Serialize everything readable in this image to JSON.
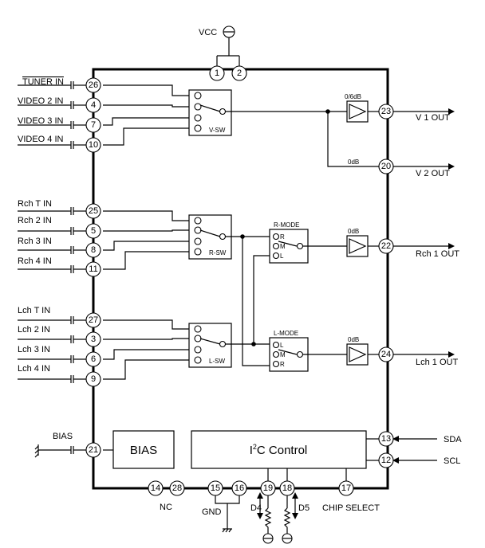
{
  "diagram": {
    "supply": "VCC",
    "inputs": {
      "tuner_in": "TUNER IN",
      "video2_in": "VIDEO 2 IN",
      "video3_in": "VIDEO 3 IN",
      "video4_in": "VIDEO 4 IN",
      "rch_t_in": "Rch T IN",
      "rch2_in": "Rch 2 IN",
      "rch3_in": "Rch 3 IN",
      "rch4_in": "Rch 4 IN",
      "lch_t_in": "Lch T IN",
      "lch2_in": "Lch 2 IN",
      "lch3_in": "Lch 3 IN",
      "lch4_in": "Lch 4 IN",
      "bias": "BIAS"
    },
    "outputs": {
      "v1_out": "V 1 OUT",
      "v2_out": "V 2 OUT",
      "rch1_out": "Rch 1 OUT",
      "lch1_out": "Lch 1 OUT",
      "sda": "SDA",
      "scl": "SCL"
    },
    "blocks": {
      "vsw": "V-SW",
      "rsw": "R-SW",
      "lsw": "L-SW",
      "rmode": "R-MODE",
      "lmode": "L-MODE",
      "bias_block": "BIAS",
      "i2c_prefix": "I",
      "i2c_sup": "2",
      "i2c_suffix": "C Control"
    },
    "mode_labels": {
      "rmode": [
        "R",
        "M",
        "L"
      ],
      "lmode": [
        "L",
        "M",
        "R"
      ]
    },
    "gains": {
      "v1": "0/6dB",
      "v2": "0dB",
      "rch": "0dB",
      "lch": "0dB"
    },
    "bottom_labels": {
      "nc": "NC",
      "gnd": "GND",
      "d4": "D4",
      "d5": "D5",
      "chip_select": "CHIP SELECT"
    },
    "pins": {
      "p1": "1",
      "p2": "2",
      "p3": "3",
      "p4": "4",
      "p5": "5",
      "p6": "6",
      "p7": "7",
      "p8": "8",
      "p9": "9",
      "p10": "10",
      "p11": "11",
      "p12": "12",
      "p13": "13",
      "p14": "14",
      "p15": "15",
      "p16": "16",
      "p17": "17",
      "p18": "18",
      "p19": "19",
      "p20": "20",
      "p21": "21",
      "p22": "22",
      "p23": "23",
      "p24": "24",
      "p25": "25",
      "p26": "26",
      "p27": "27",
      "p28": "28"
    }
  }
}
